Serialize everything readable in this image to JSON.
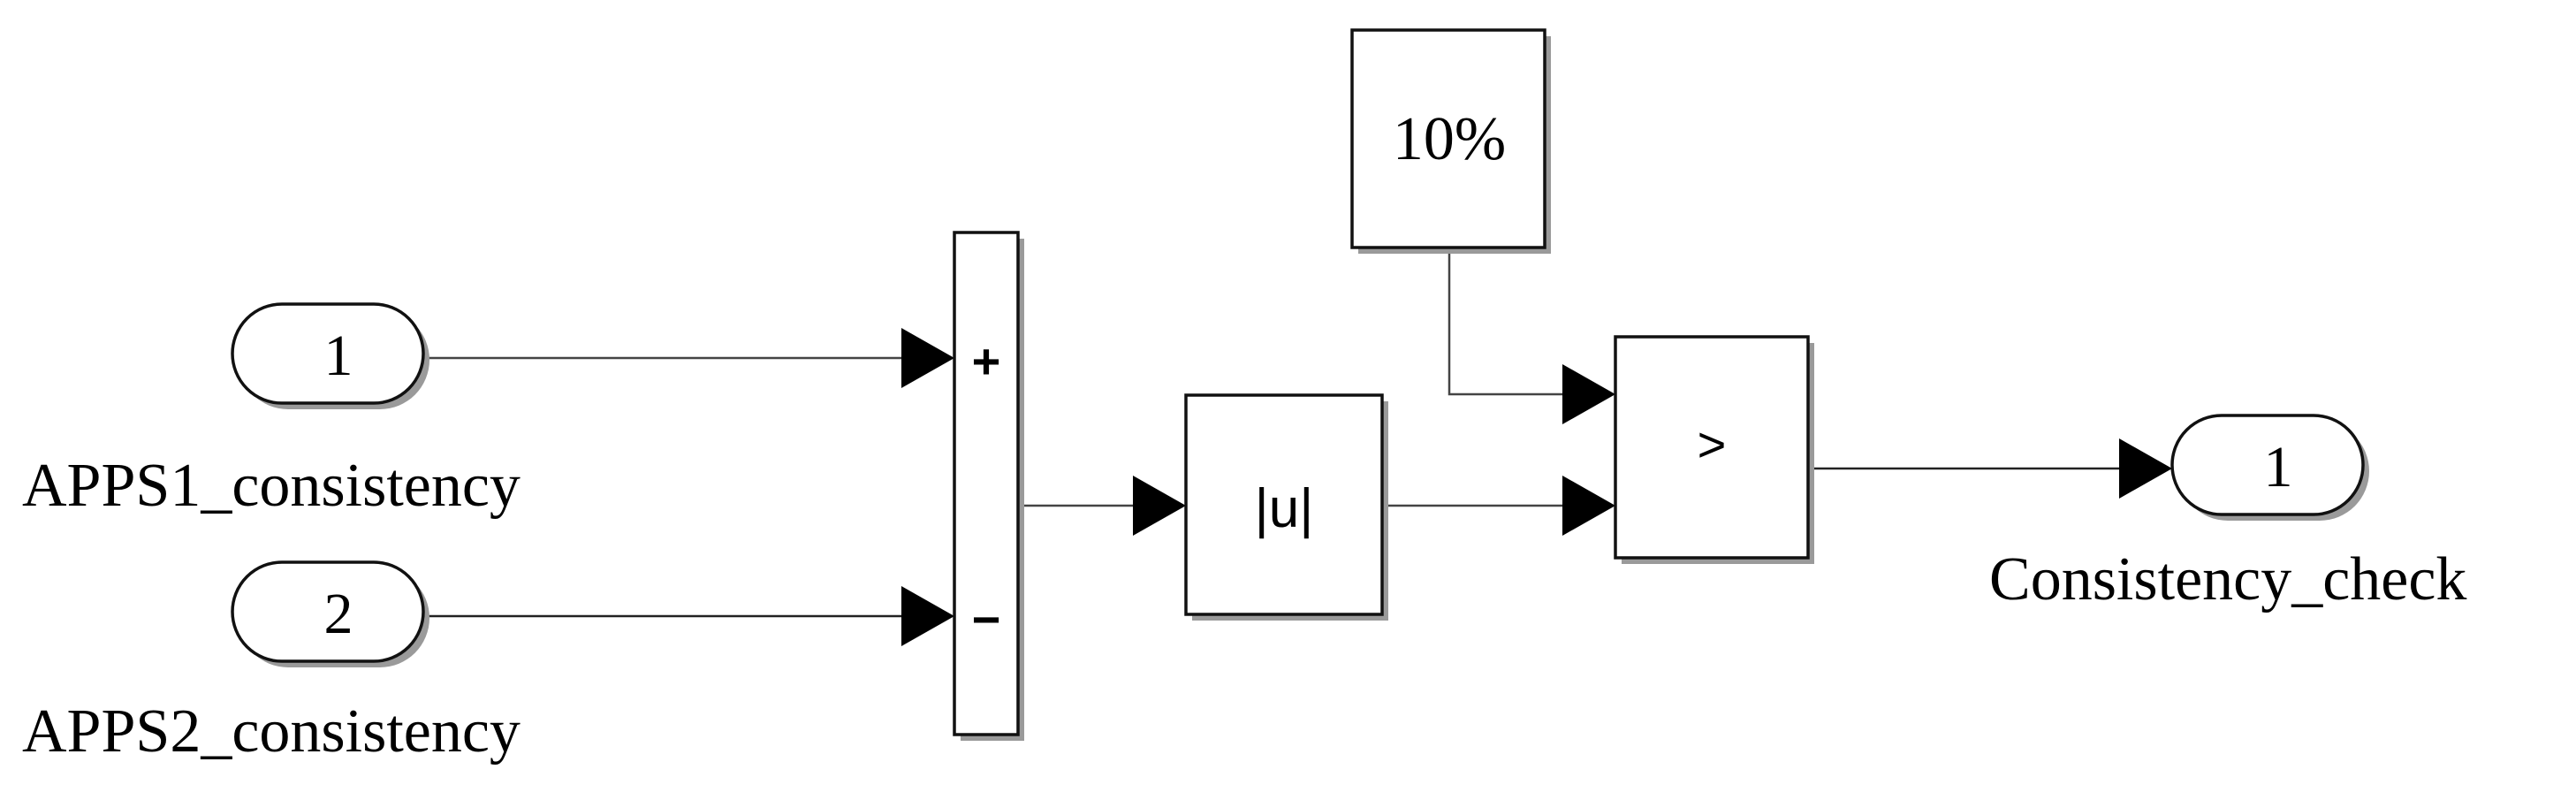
{
  "diagram": {
    "inport1": {
      "number": "1",
      "name": "APPS1_consistency"
    },
    "inport2": {
      "number": "2",
      "name": "APPS2_consistency"
    },
    "sum_block": {
      "plus_sign": "+",
      "minus_sign": "−"
    },
    "abs_block": {
      "text": "|u|"
    },
    "constant_block": {
      "value": "10%"
    },
    "relational_block": {
      "operator": ">"
    },
    "outport1": {
      "number": "1",
      "name": "Consistency_check"
    }
  }
}
